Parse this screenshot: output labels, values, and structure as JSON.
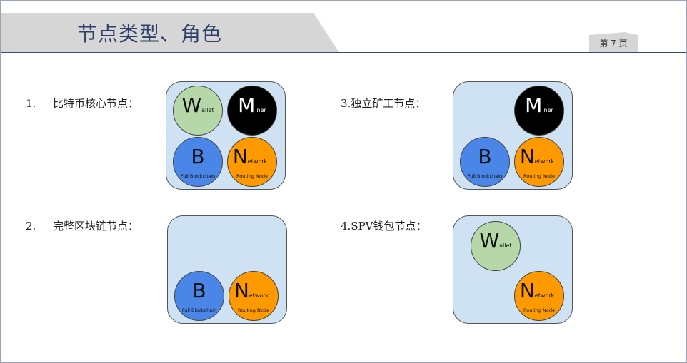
{
  "header": {
    "title": "节点类型、角色",
    "page_label": "第 7 页"
  },
  "sections": [
    {
      "number": "1.",
      "label": "比特币核心节点："
    },
    {
      "number": "3.",
      "label": "独立矿工节点："
    },
    {
      "number": "2.",
      "label": "完整区块链节点："
    },
    {
      "number": "4.",
      "label": "SPV钱包节点："
    }
  ],
  "nodes": {
    "wallet": {
      "letter": "W",
      "suffix": "allet"
    },
    "miner": {
      "letter": "M",
      "suffix": "iner"
    },
    "full": {
      "letter": "B",
      "caption": "Full Blockchain"
    },
    "network": {
      "letter": "N",
      "suffix": "etwork",
      "caption": "Routing Node"
    }
  },
  "colors": {
    "wallet": "#b6d7a8",
    "miner": "#000000",
    "full": "#4a86e8",
    "network": "#ff9900",
    "box_fill": "#cfe2f3",
    "title": "#2d3f6b",
    "banner": "#d6d6d6"
  }
}
